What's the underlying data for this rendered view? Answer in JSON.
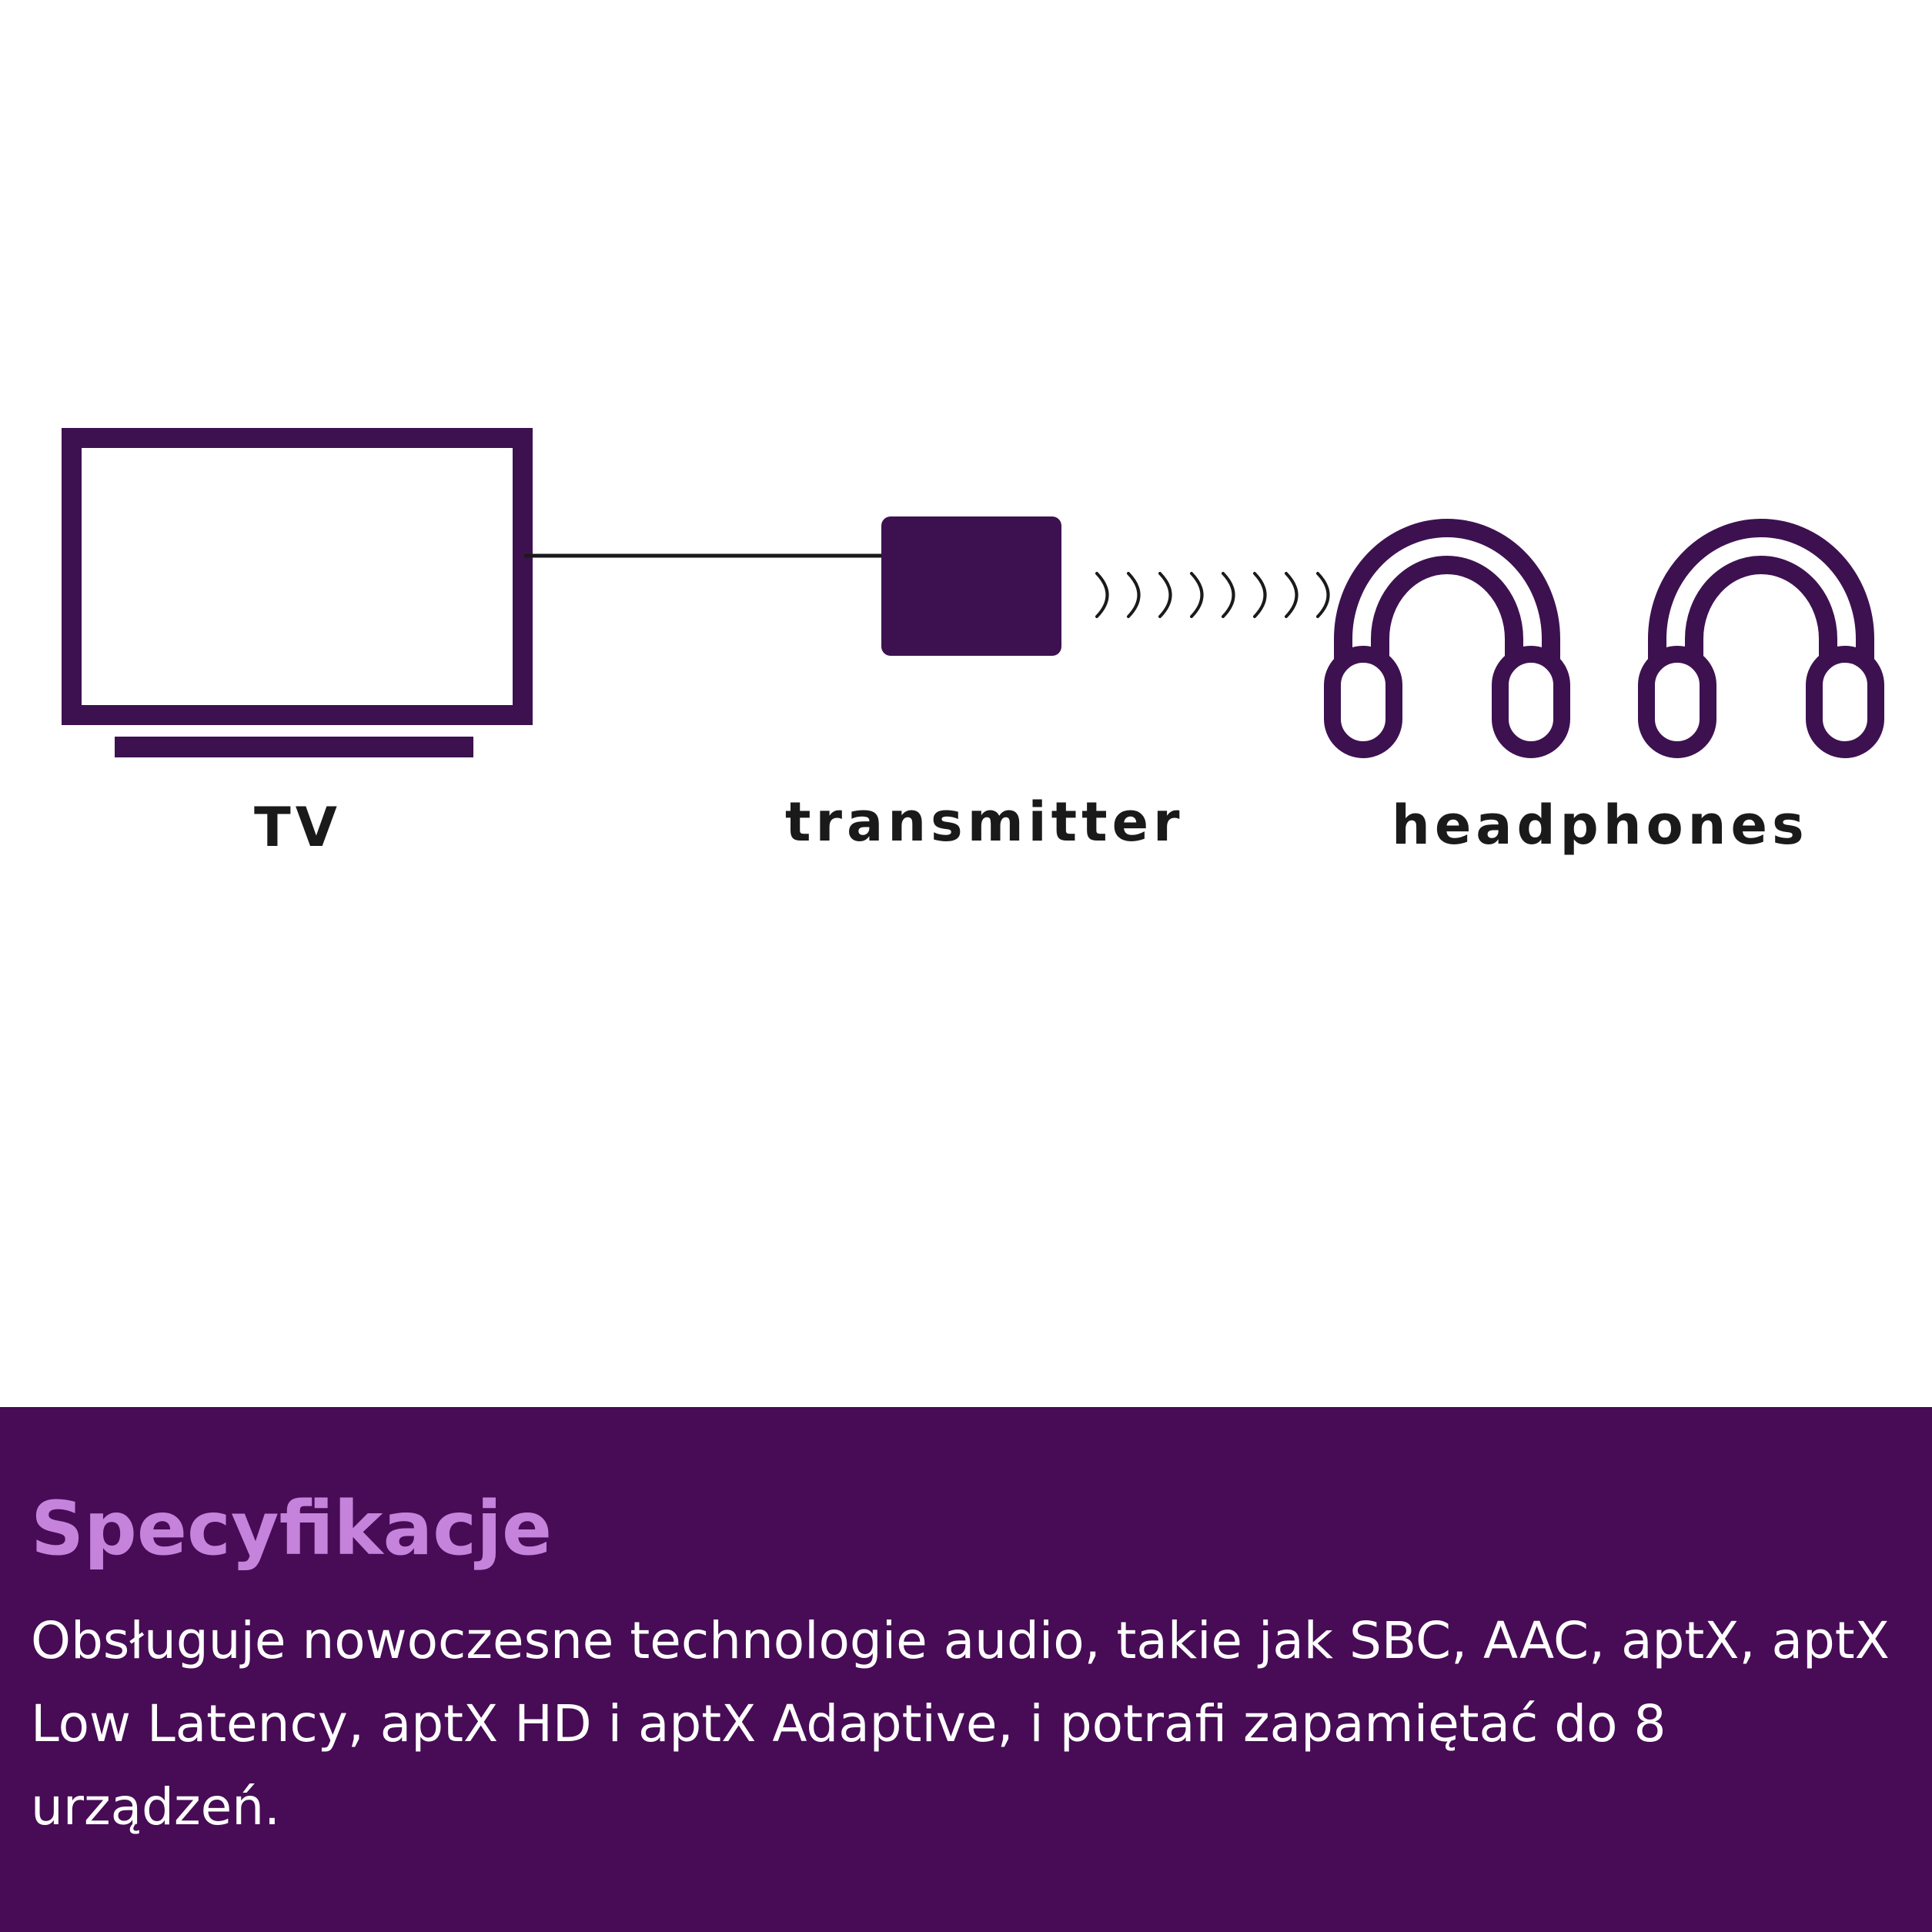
{
  "colors": {
    "primary": "#3d1150",
    "background": "#ffffff",
    "banner": "#470c55",
    "heading": "#c583dc",
    "text_dark": "#1a1a1a"
  },
  "diagram": {
    "tv_label": "TV",
    "transmitter_label": "transmitter",
    "headphones_label": "headphones",
    "icons": [
      "tv-icon",
      "transmitter-icon",
      "signal-waves-icon",
      "headphones-icon",
      "headphones-icon"
    ]
  },
  "spec": {
    "title": "Specyfikacje",
    "body": "Obsługuje nowoczesne technologie audio, takie jak SBC, AAC, aptX, aptX Low Latency, aptX HD i aptX Adaptive, i potrafi zapamiętać do 8 urządzeń."
  }
}
